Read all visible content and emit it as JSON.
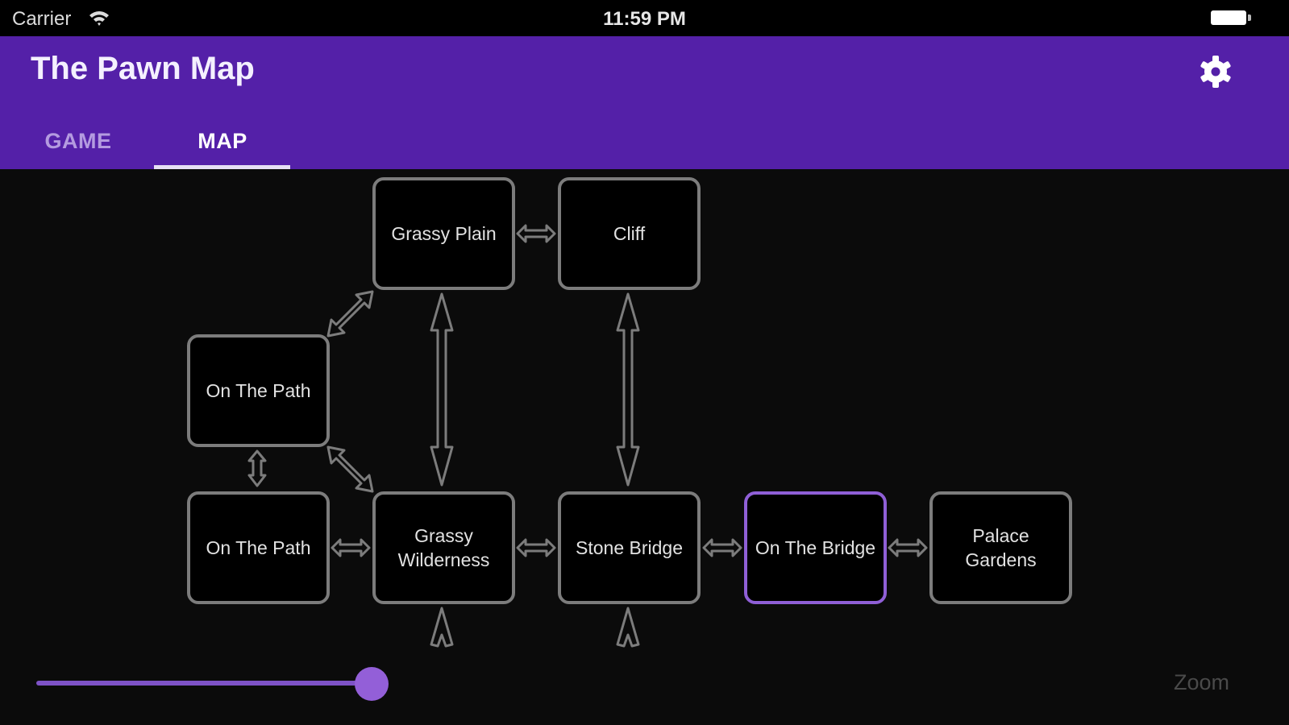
{
  "status_bar": {
    "carrier": "Carrier",
    "wifi_icon": "wifi-icon",
    "time": "11:59 PM",
    "battery_icon": "battery-icon"
  },
  "header": {
    "title": "The Pawn Map",
    "settings_icon": "gear-icon",
    "tabs": [
      {
        "label": "GAME",
        "active": false
      },
      {
        "label": "MAP",
        "active": true
      }
    ]
  },
  "map": {
    "rooms": [
      {
        "id": "grassy-plain",
        "label": "Grassy Plain",
        "current": false
      },
      {
        "id": "cliff",
        "label": "Cliff",
        "current": false
      },
      {
        "id": "on-the-path-upper",
        "label": "On The Path",
        "current": false
      },
      {
        "id": "on-the-path-lower",
        "label": "On The Path",
        "current": false
      },
      {
        "id": "grassy-wilderness",
        "label": "Grassy Wilderness",
        "current": false
      },
      {
        "id": "stone-bridge",
        "label": "Stone Bridge",
        "current": false
      },
      {
        "id": "on-the-bridge",
        "label": "On The Bridge",
        "current": true
      },
      {
        "id": "palace-gardens",
        "label": "Palace Gardens",
        "current": false
      }
    ],
    "connections": [
      {
        "from": "grassy-plain",
        "to": "cliff",
        "type": "two-way"
      },
      {
        "from": "on-the-path-upper",
        "to": "grassy-plain",
        "type": "two-way"
      },
      {
        "from": "grassy-plain",
        "to": "grassy-wilderness",
        "type": "two-way"
      },
      {
        "from": "cliff",
        "to": "stone-bridge",
        "type": "two-way"
      },
      {
        "from": "on-the-path-upper",
        "to": "grassy-wilderness",
        "type": "two-way"
      },
      {
        "from": "on-the-path-upper",
        "to": "on-the-path-lower",
        "type": "two-way"
      },
      {
        "from": "on-the-path-lower",
        "to": "grassy-wilderness",
        "type": "two-way"
      },
      {
        "from": "grassy-wilderness",
        "to": "stone-bridge",
        "type": "two-way"
      },
      {
        "from": "stone-bridge",
        "to": "on-the-bridge",
        "type": "two-way"
      },
      {
        "from": "on-the-bridge",
        "to": "palace-gardens",
        "type": "two-way"
      },
      {
        "from": "grassy-wilderness",
        "to": "offscreen-south",
        "type": "exit"
      },
      {
        "from": "stone-bridge",
        "to": "offscreen-south",
        "type": "exit"
      }
    ]
  },
  "zoom": {
    "label": "Zoom",
    "value": 0.3
  },
  "colors": {
    "header": "#5420a8",
    "accent": "#935fd8",
    "room_border": "#7c7c7c",
    "current_room_border": "#8f5fd6",
    "background": "#0b0b0b"
  }
}
